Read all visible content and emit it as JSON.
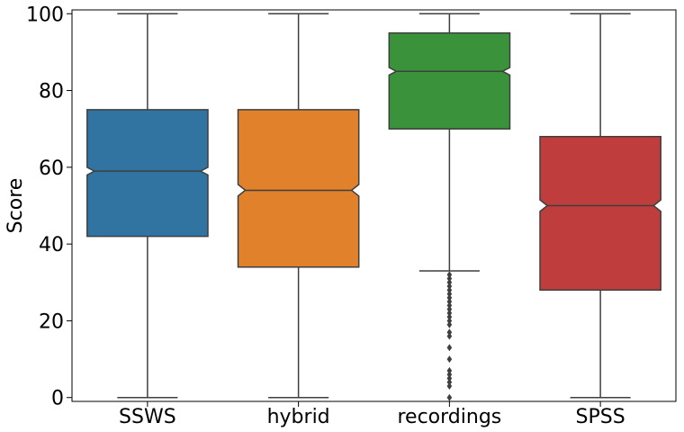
{
  "chart_data": {
    "type": "box",
    "notched": true,
    "ylabel": "Score",
    "xlabel": "",
    "ylim": [
      -1,
      101
    ],
    "yticks": [
      0,
      20,
      40,
      60,
      80,
      100
    ],
    "grid": false,
    "categories": [
      "SSWS",
      "hybrid",
      "recordings",
      "SPSS"
    ],
    "boxes": [
      {
        "category": "SSWS",
        "color": "#3274a1",
        "whisker_low": 0,
        "q1": 42,
        "median": 59,
        "q3": 75,
        "whisker_high": 100,
        "notch_low": 58,
        "notch_high": 60,
        "outliers": []
      },
      {
        "category": "hybrid",
        "color": "#e1812c",
        "whisker_low": 0,
        "q1": 34,
        "median": 54,
        "q3": 75,
        "whisker_high": 100,
        "notch_low": 52.5,
        "notch_high": 55.5,
        "outliers": []
      },
      {
        "category": "recordings",
        "color": "#3a923a",
        "whisker_low": 33,
        "q1": 70,
        "median": 85,
        "q3": 95,
        "whisker_high": 100,
        "notch_low": 84,
        "notch_high": 86,
        "outliers": [
          32,
          31,
          30,
          29,
          28,
          27,
          26,
          25,
          24,
          23,
          22,
          21,
          20,
          19,
          17,
          16,
          13,
          10,
          7,
          6,
          5,
          4,
          3,
          0
        ]
      },
      {
        "category": "SPSS",
        "color": "#c03d3e",
        "whisker_low": 0,
        "q1": 28,
        "median": 50,
        "q3": 68,
        "whisker_high": 100,
        "notch_low": 48.5,
        "notch_high": 51.5,
        "outliers": []
      }
    ]
  }
}
